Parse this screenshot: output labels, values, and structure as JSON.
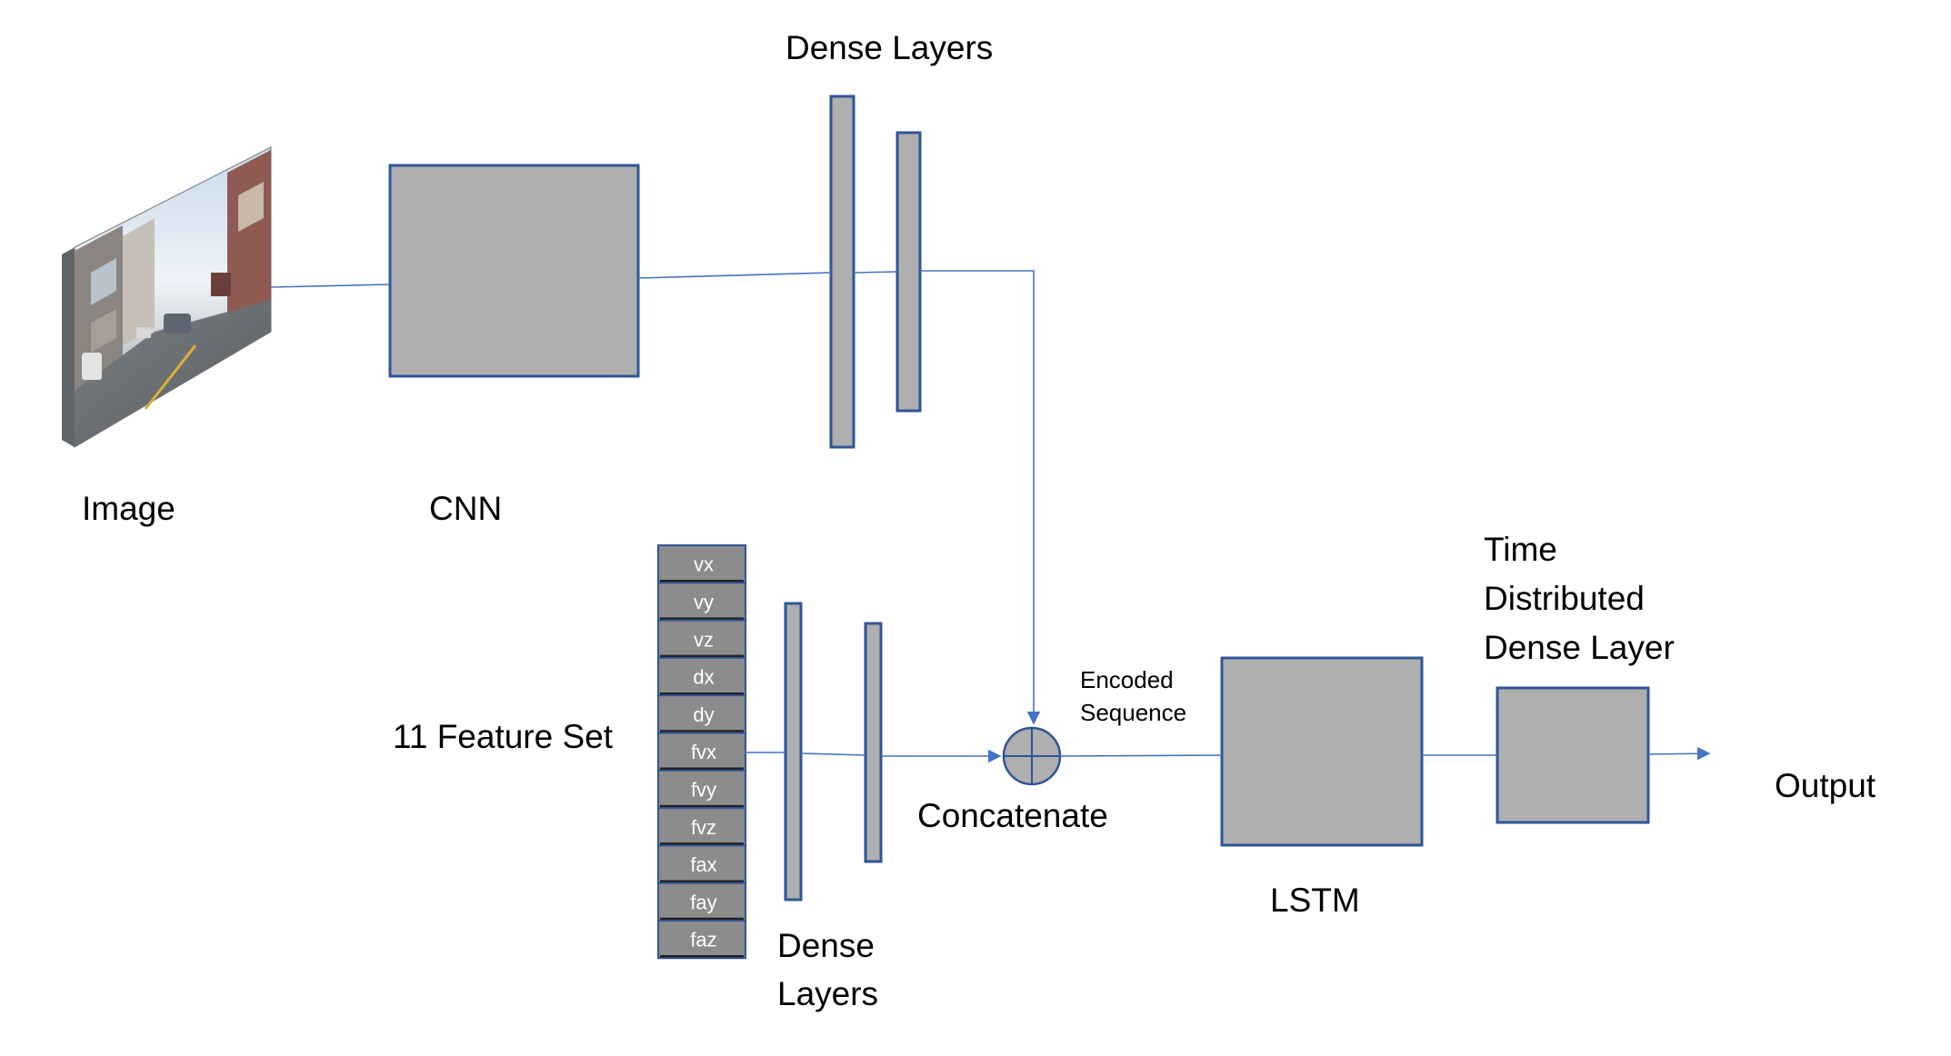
{
  "diagram": {
    "labels": {
      "image": "Image",
      "cnn": "CNN",
      "dense_top": "Dense Layers",
      "feature_set": "11 Feature Set",
      "dense_bottom_line1": "Dense",
      "dense_bottom_line2": "Layers",
      "concatenate": "Concatenate",
      "encoded_line1": "Encoded",
      "encoded_line2": "Sequence",
      "lstm": "LSTM",
      "time_dist_line1": "Time",
      "time_dist_line2": "Distributed",
      "time_dist_line3": "Dense Layer",
      "output": "Output"
    },
    "features": [
      "vx",
      "vy",
      "vz",
      "dx",
      "dy",
      "fvx",
      "fvy",
      "fvz",
      "fax",
      "fay",
      "faz"
    ],
    "colors": {
      "box_fill": "#afafaf",
      "box_stroke": "#2f5597",
      "connector": "#4472c4",
      "feature_cell": "#8c8c8c"
    }
  }
}
